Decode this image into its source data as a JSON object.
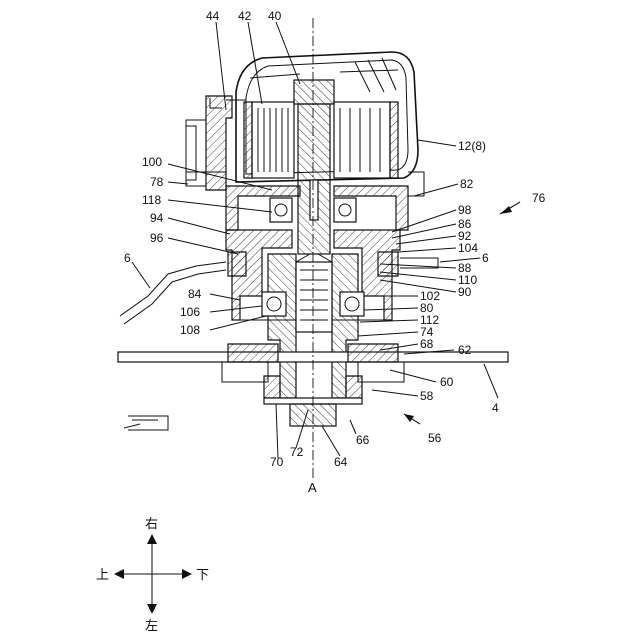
{
  "figure": {
    "labels": {
      "l44": "44",
      "l42": "42",
      "l40": "40",
      "l12": "12(8)",
      "l100": "100",
      "l78": "78",
      "l118": "118",
      "l94": "94",
      "l96": "96",
      "l82": "82",
      "l76": "76",
      "l98": "98",
      "l86": "86",
      "l92": "92",
      "l104": "104",
      "l6r": "6",
      "l88": "88",
      "l110": "110",
      "l90": "90",
      "l6l": "6",
      "l84": "84",
      "l106": "106",
      "l108": "108",
      "l102": "102",
      "l80": "80",
      "l112": "112",
      "l74": "74",
      "l68": "68",
      "l62": "62",
      "l60": "60",
      "l58": "58",
      "l4": "4",
      "l56": "56",
      "l66": "66",
      "l72": "72",
      "l70": "70",
      "l64": "64"
    },
    "axis_label": "A"
  },
  "directions": {
    "up": "右",
    "down": "左",
    "left": "上",
    "right": "下"
  }
}
